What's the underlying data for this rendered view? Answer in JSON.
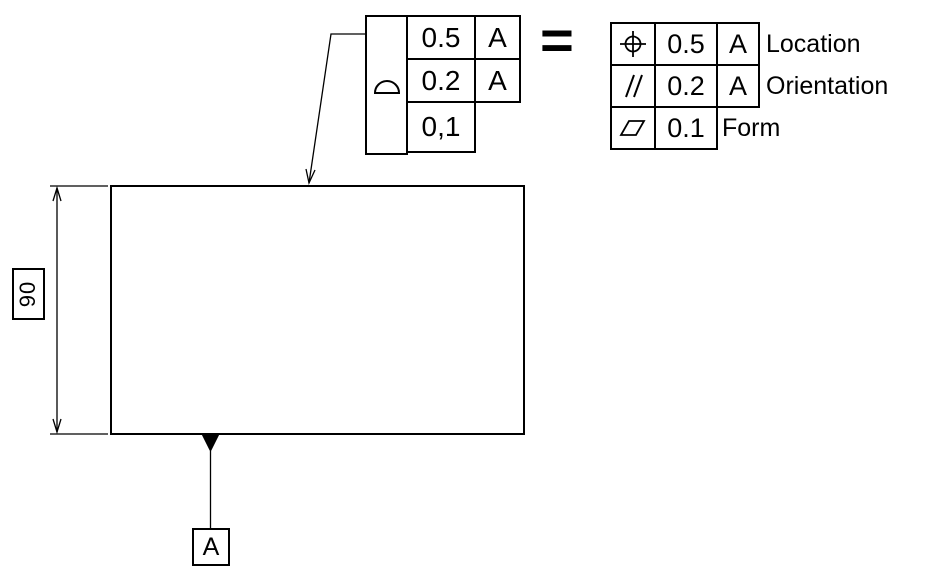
{
  "colors": {
    "line": "#000000",
    "background": "#ffffff"
  },
  "composite_frame": {
    "symbol": "profile-of-a-surface",
    "rows": [
      {
        "value": "0.5",
        "datum": "A"
      },
      {
        "value": "0.2",
        "datum": "A"
      },
      {
        "value": "0,1",
        "datum": ""
      }
    ]
  },
  "equals_sign": "=",
  "expanded_table": {
    "rows": [
      {
        "symbol": "position",
        "value": "0.5",
        "datum": "A",
        "label": "Location"
      },
      {
        "symbol": "parallelism",
        "value": "0.2",
        "datum": "A",
        "label": "Orientation"
      },
      {
        "symbol": "flatness",
        "value": "0.1",
        "datum": "",
        "label": "Form"
      }
    ]
  },
  "dimension": {
    "value": "90"
  },
  "datum": {
    "letter": "A"
  }
}
